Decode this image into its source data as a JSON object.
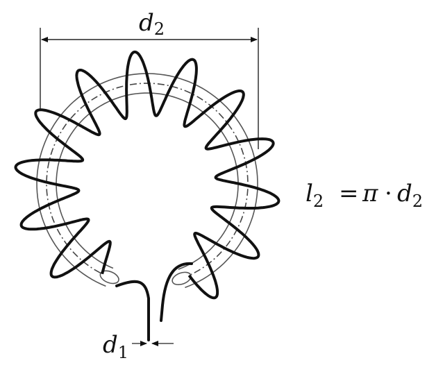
{
  "labels": {
    "d2_var": "d",
    "d2_sub": "2",
    "d1_var": "d",
    "d1_sub": "1",
    "formula_l": "l",
    "formula_l_sub": "2",
    "formula_eq": "=",
    "formula_pi": "π",
    "formula_dot": "·",
    "formula_d": "d",
    "formula_d_sub": "2"
  },
  "coil": {
    "turns": 12,
    "wire_color": "#111111",
    "core_outline_color": "#555555",
    "centerline_color": "#444444"
  }
}
